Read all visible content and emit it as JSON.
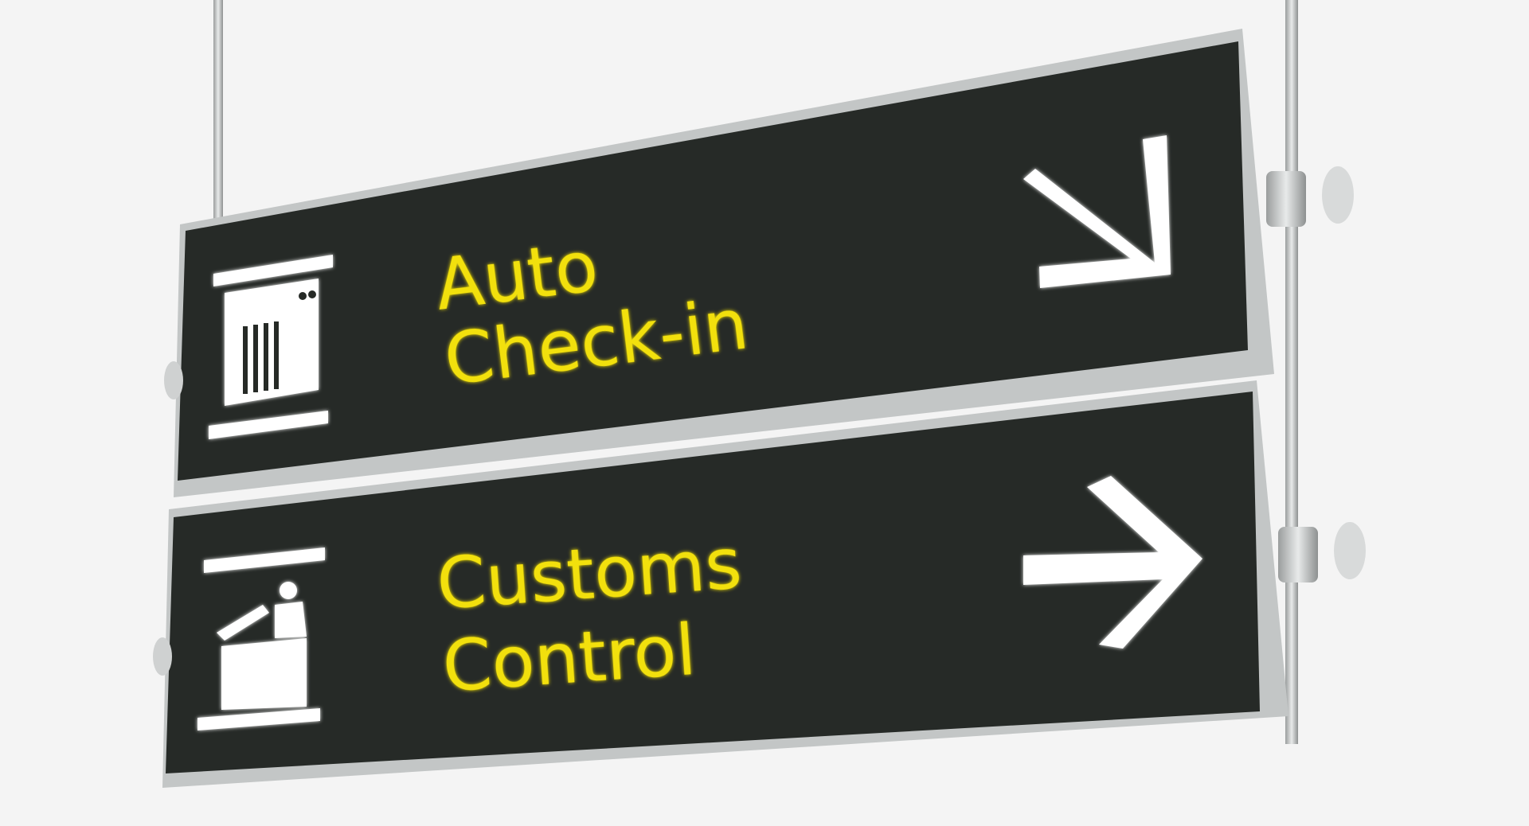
{
  "signs": [
    {
      "line1": "Auto",
      "line2": "Check-in",
      "icon": "check-in-kiosk-icon",
      "arrow": "arrow-down-right-icon"
    },
    {
      "line1": "Customs",
      "line2": "Control",
      "icon": "customs-officer-desk-icon",
      "arrow": "arrow-right-icon"
    }
  ],
  "colors": {
    "background": "#f4f4f4",
    "panel": "#262a27",
    "text": "#f2e00a",
    "pictogram": "#ffffff",
    "frame": "#c9cccc"
  }
}
